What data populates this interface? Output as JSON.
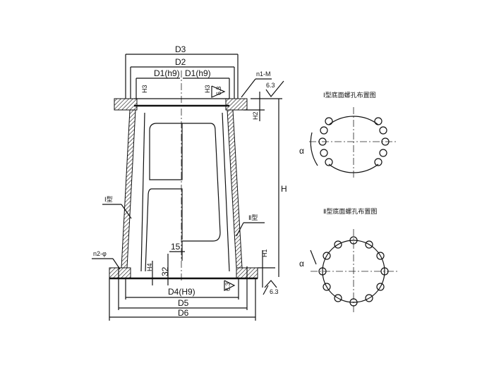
{
  "dims": {
    "D3": "D3",
    "D2": "D2",
    "D1_left": "D1(h9)",
    "D1_right": "D1(h9)",
    "D4": "D4(H9)",
    "D5": "D5",
    "D6": "D6",
    "H": "H",
    "H1": "H1",
    "H2": "H2",
    "H3_left": "H3",
    "H3_right": "H3",
    "H4": "H4",
    "dim15": "15",
    "dim32": "32"
  },
  "annotations": {
    "bolt_top": "n1-M",
    "bolt_base": "n2-φ",
    "type1": "Ⅰ型",
    "type2": "Ⅱ型",
    "roughness_1": "6.3",
    "roughness_2": "6.3",
    "roughness_3": "6.3",
    "roughness_4": "6.3",
    "alpha_1": "α",
    "alpha_2": "α"
  },
  "views": {
    "type1_title": "Ⅰ型底面螺孔布置图",
    "type2_title": "Ⅱ型底面螺孔布置图"
  }
}
